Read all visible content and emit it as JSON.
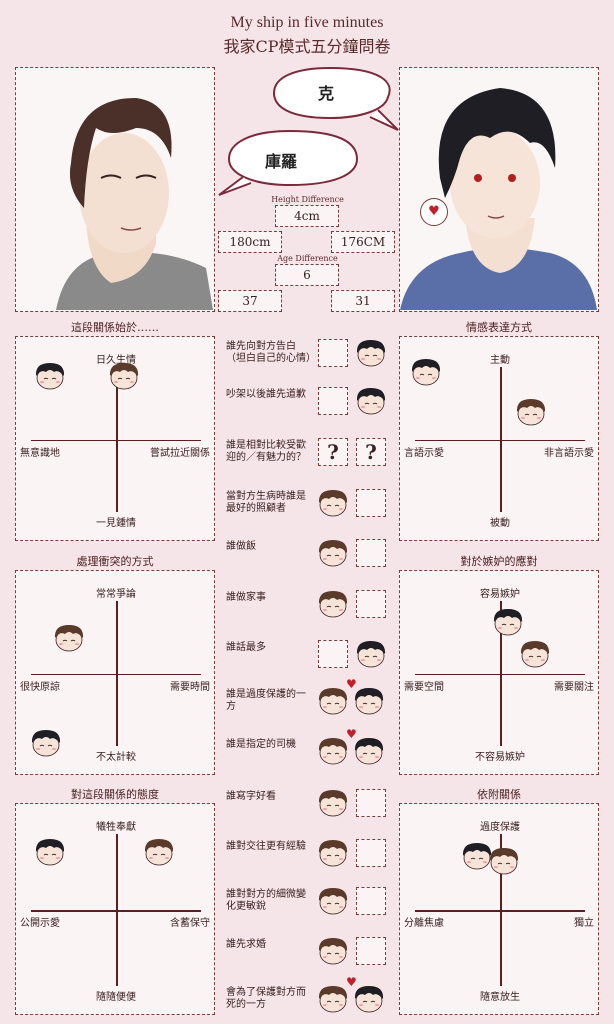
{
  "header": {
    "title_en": "My ship in five minutes",
    "title_zh": "我家CP模式五分鐘問卷"
  },
  "characters": {
    "left_name": "庫羅",
    "right_name": "克"
  },
  "stats": {
    "height_diff_label": "Height Difference",
    "height_diff": "4cm",
    "left_height": "180cm",
    "right_height": "176CM",
    "age_diff_label": "Age Difference",
    "age_diff": "6",
    "left_age": "37",
    "right_age": "31"
  },
  "questions": [
    {
      "text": "誰先向對方告白（坦白自己的心情）",
      "left": "",
      "right": "black"
    },
    {
      "text": "吵架以後誰先道歉",
      "left": "",
      "right": "black"
    },
    {
      "text": "誰是相對比較受歡迎的／有魅力的？",
      "left": "?",
      "right": "?"
    },
    {
      "text": "當對方生病時誰是最好的照顧者",
      "left": "brown",
      "right": ""
    },
    {
      "text": "誰做飯",
      "left": "brown",
      "right": ""
    },
    {
      "text": "誰做家事",
      "left": "brown",
      "right": ""
    },
    {
      "text": "誰話最多",
      "left": "",
      "right": "black"
    },
    {
      "text": "誰是過度保護的一方",
      "left": "both",
      "right": ""
    },
    {
      "text": "誰是指定的司機",
      "left": "both",
      "right": ""
    },
    {
      "text": "誰寫字好看",
      "left": "brown",
      "right": ""
    },
    {
      "text": "誰對交往更有經驗",
      "left": "brown",
      "right": ""
    },
    {
      "text": "誰對對方的細微變化更敏銳",
      "left": "brown",
      "right": ""
    },
    {
      "text": "誰先求婚",
      "left": "brown",
      "right": ""
    },
    {
      "text": "會為了保護對方而死的一方",
      "left": "both",
      "right": ""
    }
  ],
  "chart_data": [
    {
      "type": "scatter",
      "title": "這段關係始於……",
      "axes": {
        "top": "日久生情",
        "bottom": "一見鍾情",
        "left": "無意識地",
        "right": "嘗試拉近關係"
      },
      "points": [
        {
          "name": "black",
          "x": -0.85,
          "y": 0.8
        },
        {
          "name": "brown",
          "x": 0.1,
          "y": 0.8
        }
      ]
    },
    {
      "type": "scatter",
      "title": "情感表達方式",
      "axes": {
        "top": "主動",
        "bottom": "被動",
        "left": "言語示愛",
        "right": "非言語示愛"
      },
      "points": [
        {
          "name": "black",
          "x": -0.95,
          "y": 0.85
        },
        {
          "name": "brown",
          "x": 0.4,
          "y": 0.35
        }
      ]
    },
    {
      "type": "scatter",
      "title": "處理衝突的方式",
      "axes": {
        "top": "常常爭論",
        "bottom": "不太計較",
        "left": "很快原諒",
        "right": "需要時間"
      },
      "points": [
        {
          "name": "brown",
          "x": -0.6,
          "y": 0.45
        },
        {
          "name": "black",
          "x": -0.9,
          "y": -0.85
        }
      ]
    },
    {
      "type": "scatter",
      "title": "對於嫉妒的應對",
      "axes": {
        "top": "容易嫉妒",
        "bottom": "不容易嫉妒",
        "left": "需要空間",
        "right": "需要關注"
      },
      "points": [
        {
          "name": "black",
          "x": 0.1,
          "y": 0.65
        },
        {
          "name": "brown",
          "x": 0.45,
          "y": 0.25
        }
      ]
    },
    {
      "type": "scatter",
      "title": "對這段關係的態度",
      "axes": {
        "top": "犧牲奉獻",
        "bottom": "隨隨便便",
        "left": "公開示愛",
        "right": "含蓄保守"
      },
      "points": [
        {
          "name": "black",
          "x": -0.85,
          "y": 0.7
        },
        {
          "name": "brown",
          "x": 0.55,
          "y": 0.7
        }
      ]
    },
    {
      "type": "scatter",
      "title": "依附關係",
      "axes": {
        "top": "過度保護",
        "bottom": "隨意放生",
        "left": "分離焦慮",
        "right": "獨立"
      },
      "points": [
        {
          "name": "black",
          "x": -0.3,
          "y": 0.65
        },
        {
          "name": "brown",
          "x": 0.05,
          "y": 0.6
        }
      ]
    }
  ]
}
